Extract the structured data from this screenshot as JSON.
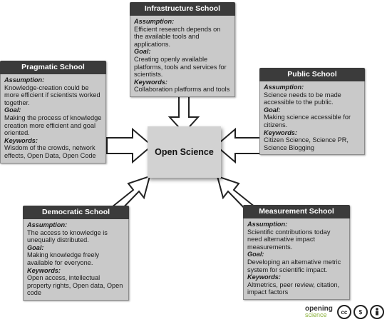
{
  "center": {
    "label": "Open Science"
  },
  "schools": [
    {
      "id": "infrastructure",
      "title": "Infrastructure School",
      "assumption_label": "Assumption:",
      "assumption": "Efficient research depends on the available tools and applications.",
      "goal_label": "Goal:",
      "goal": "Creating openly available platforms, tools and services for scientists.",
      "keywords_label": "Keywords:",
      "keywords": "Collaboration platforms and tools"
    },
    {
      "id": "pragmatic",
      "title": "Pragmatic School",
      "assumption_label": "Assumption:",
      "assumption": "Knowledge-creation could be more efficient if scientists worked together.",
      "goal_label": "Goal:",
      "goal": "Making the process of knowledge creation more efficient and goal oriented.",
      "keywords_label": "Keywords:",
      "keywords": "Wisdom of the crowds, network effects, Open Data, Open Code"
    },
    {
      "id": "public",
      "title": "Public School",
      "assumption_label": "Assumption:",
      "assumption": "Science needs to be made accessible to the public.",
      "goal_label": "Goal:",
      "goal": "Making science accessible for citizens.",
      "keywords_label": "Keywords:",
      "keywords": "Citizen Science, Science PR, Science Blogging"
    },
    {
      "id": "democratic",
      "title": "Democratic School",
      "assumption_label": "Assumption:",
      "assumption": "The access to knowledge is unequally distributed.",
      "goal_label": "Goal:",
      "goal": "Making knowledge freely available for everyone.",
      "keywords_label": "Keywords:",
      "keywords": "Open access, intellectual property rights, Open data, Open code"
    },
    {
      "id": "measurement",
      "title": "Measurement School",
      "assumption_label": "Assumption:",
      "assumption": "Scientific contributions today need alternative impact measurements.",
      "goal_label": "Goal:",
      "goal": "Developing an alternative metric system for scientific impact.",
      "keywords_label": "Keywords:",
      "keywords": "Altmetrics, peer review, citation, impact factors"
    }
  ],
  "footer": {
    "brand_top": "opening",
    "brand_bottom": "science",
    "license_icons": [
      "cc",
      "by",
      "nc",
      "sa"
    ]
  },
  "colors": {
    "header_bg": "#3b3b3b",
    "body_bg": "#c9c9c9",
    "center_bg": "#d2d2d2",
    "brand_accent": "#8bb23a"
  }
}
